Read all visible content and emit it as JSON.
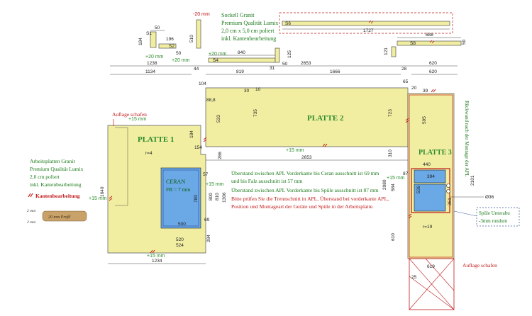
{
  "plates": {
    "p1": "PLATTE 1",
    "p2": "PLATTE 2",
    "p3": "PLATTE 3"
  },
  "sockel_note": [
    "Sockell Granit",
    "Premium Qualität Lumix",
    "2,0 cm x 5,0 cm poliert",
    "inkl. Kantenbearbeitung"
  ],
  "material_note": [
    "Arbeitsplatten Granit",
    "Premium Qualität Lumix",
    "2,0 cm poliert",
    "inkl. Kantenbearbeitung"
  ],
  "edge_legend": "Kantenbearbeitung",
  "profile": {
    "label": "20 mm Profil",
    "dim_a": "2 mm",
    "dim_b": "2 mm"
  },
  "support_left": "Auflage schafen",
  "support_right": "Auflage schafen",
  "wall_note": "Rückwand nach der Montage der APL",
  "sink_note": [
    "Spüle Unterabu",
    "-3mm rundum"
  ],
  "cooktop": {
    "name": "CERAN",
    "sub": "FB = 7 mm",
    "r": "r=4"
  },
  "sink_r": "r=19",
  "info_green": [
    "Überstand zwischen APL Vorderkante bis Ceran ausschnitt ist 69 mm",
    "und bis Falz ausschnitt ist 57 mm",
    "Überstand zwischen APL Vorderkante bis Spüle ausschnitt ist 87 mm"
  ],
  "info_red": [
    "Bitte prüfen Sie die Trennschnitt in APL, Überstand bei vorderkante APL,",
    "Position und Montageart der Geräte und Spüle in der Arbeitsplatte."
  ],
  "overhangs": {
    "p1_top": "+15 mm",
    "p1_left": "+15 mm",
    "p1_bottom": "+15 mm",
    "p1_right": "+15 mm",
    "p2_front": "+15 mm",
    "p3_left": "+15 mm",
    "s1_a": "+20 mm",
    "s1_b": "+20 mm",
    "s4": "+20 mm",
    "top_small": "-20 mm"
  },
  "sockel_labels": {
    "s1": "S1",
    "s2": "S2",
    "s4": "S4",
    "s6": "S6",
    "s8": "S8"
  },
  "dims": {
    "top_1238": "1238",
    "top_2653": "2653",
    "top_620a": "620",
    "top_1134": "1134",
    "top_819": "819",
    "top_1666": "1666",
    "top_620b": "620",
    "top_44": "44",
    "top_28": "28",
    "top_104": "104",
    "s6_1727": "1727",
    "s8_688": "688",
    "s8_50": "50",
    "s8_121": "121",
    "s4_840": "840",
    "s4_125": "125",
    "s4_50": "50",
    "s4_31": "31",
    "s1_50": "50",
    "s1_196": "196",
    "s1_184": "184",
    "s1_50b": "50",
    "s_510": "510",
    "p2_533": "533",
    "p2_735": "735",
    "p2_723": "723",
    "p2_88": "88,8",
    "p2_30": "30",
    "p2_10": "10",
    "p2_65": "65",
    "p2_39": "39",
    "p2_20": "20",
    "p2_2653": "2653",
    "p1_1640": "1640",
    "p1_184": "184",
    "p1_154": "154",
    "p1_286": "286",
    "p1_1306": "1306",
    "p1_800": "800",
    "p1_810": "810",
    "p1_57": "57",
    "p1_69": "69",
    "p1_780": "780",
    "p1_500": "500",
    "p1_520": "520",
    "p1_524": "524",
    "p1_284": "284",
    "p1_1234": "1234",
    "p3_595": "595",
    "p3_310": "310",
    "p3_2080": "2080",
    "p3_584": "584",
    "p3_610": "610",
    "p3_440": "440",
    "p3_394": "394",
    "p3_87": "87",
    "p3_536": "536",
    "p3_351": "351",
    "p3_2101": "2101",
    "p3_36": "Ø36",
    "p3_619": "619",
    "p3_25": "25"
  }
}
